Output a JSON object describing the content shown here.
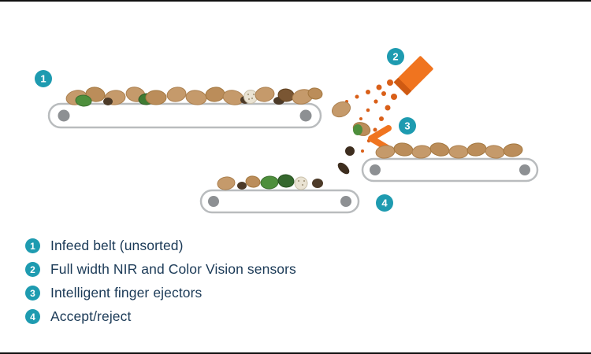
{
  "colors": {
    "badge": "#1e9bb0",
    "scanner": "#f0741f",
    "scanner_tip": "#cf5a12",
    "beam": "#d95f18",
    "text": "#1b3a57",
    "belt_outline": "#b9bcbe",
    "roller": "#8d9093",
    "potato": "#c59a6b",
    "defect_green": "#4e8f3c",
    "debris": "#4c3a28"
  },
  "diagram": {
    "badges": [
      "1",
      "2",
      "3",
      "4"
    ]
  },
  "legend": {
    "items": [
      {
        "num": "1",
        "label": "Infeed belt (unsorted)"
      },
      {
        "num": "2",
        "label": "Full width NIR and Color Vision sensors"
      },
      {
        "num": "3",
        "label": "Intelligent finger ejectors"
      },
      {
        "num": "4",
        "label": "Accept/reject"
      }
    ]
  }
}
